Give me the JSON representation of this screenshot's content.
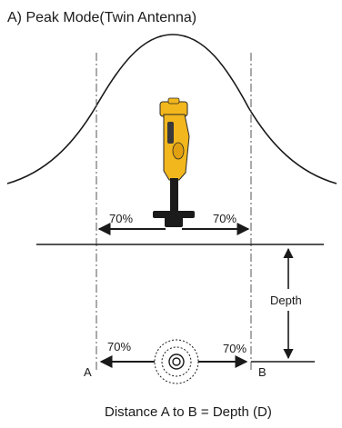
{
  "title": "A)  Peak Mode(Twin Antenna)",
  "labels": {
    "pct_top_left": "70%",
    "pct_top_right": "70%",
    "pct_bottom_left": "70%",
    "pct_bottom_right": "70%",
    "point_a": "A",
    "point_b": "B",
    "depth": "Depth"
  },
  "caption": "Distance A to B = Depth (D)",
  "colors": {
    "locator_yellow": "#f2b71c",
    "locator_dark": "#1b1b1b",
    "line": "#1a1a1a"
  }
}
